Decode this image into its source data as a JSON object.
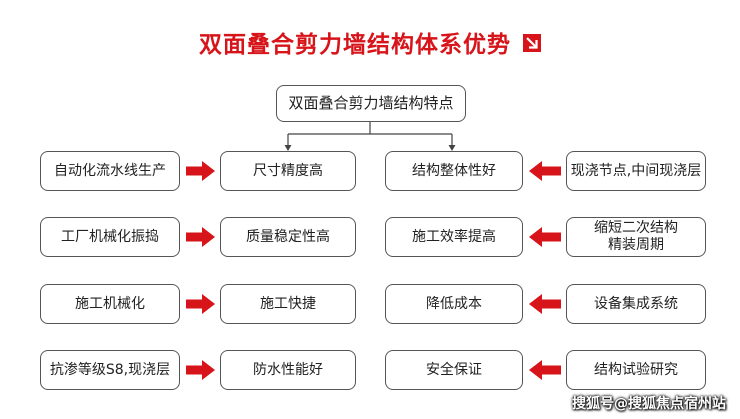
{
  "title": "双面叠合剪力墙结构体系优势",
  "icon": "arrow-down-right-icon",
  "root": "双面叠合剪力墙结构特点",
  "left_advantages": [
    "尺寸精度高",
    "质量稳定性高",
    "施工快捷",
    "防水性能好"
  ],
  "left_causes": [
    "自动化流水线生产",
    "工厂机械化振捣",
    "施工机械化",
    "抗渗等级S8,现浇层"
  ],
  "right_advantages": [
    "结构整体性好",
    "施工效率提高",
    "降低成本",
    "安全保证"
  ],
  "right_causes": [
    [
      "现浇节点,中间现浇层"
    ],
    [
      "缩短二次结构",
      "精装周期"
    ],
    [
      "设备集成系统"
    ],
    [
      "结构试验研究"
    ]
  ],
  "watermark": "搜狐号@搜狐焦点宿州站",
  "colors": {
    "accent": "#d7141a",
    "border": "#555555",
    "line": "#444444"
  }
}
